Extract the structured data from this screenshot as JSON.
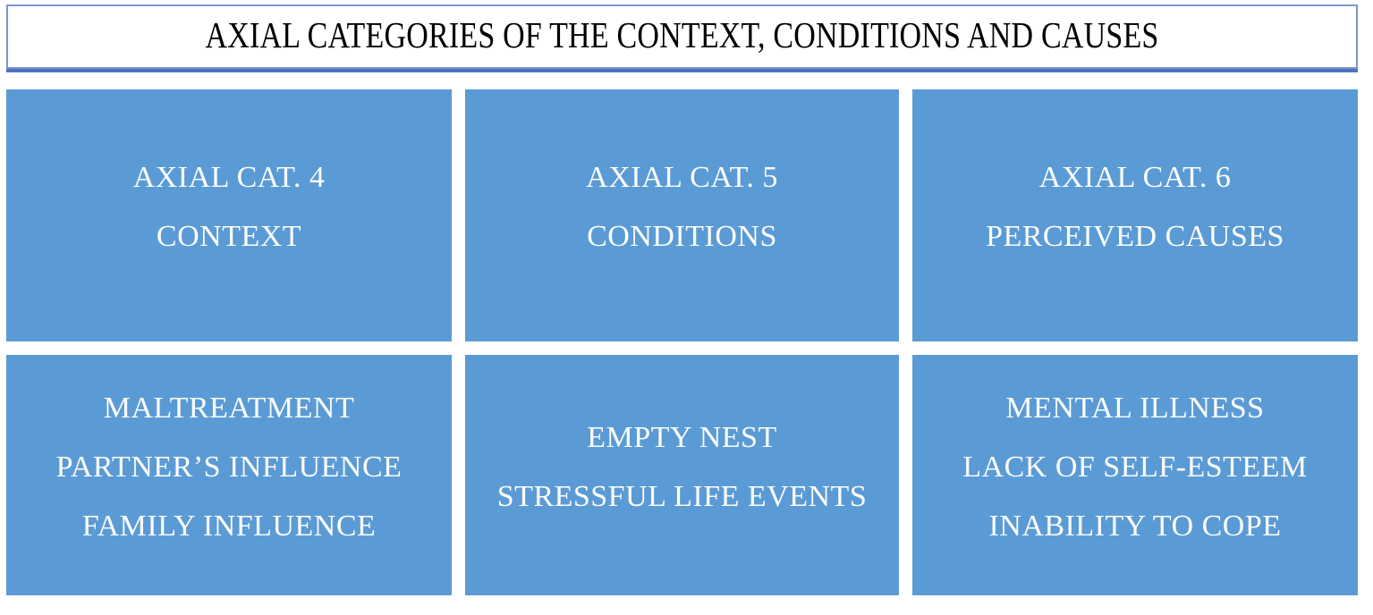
{
  "figure": {
    "title": "AXIAL CATEGORIES OF THE CONTEXT, CONDITIONS AND CAUSES"
  },
  "colors": {
    "background": "#FFFFFF",
    "box_fill": "#5B9BD5",
    "box_text": "#FDFDFD",
    "title_text": "#000000",
    "title_border_thin": "#7B96CF",
    "title_border_thick": "#4A72C0"
  },
  "boxes": [
    {
      "id": "axial-cat-4",
      "lines": [
        "AXIAL CAT. 4",
        "CONTEXT"
      ]
    },
    {
      "id": "axial-cat-5",
      "lines": [
        "AXIAL CAT. 5",
        "CONDITIONS"
      ]
    },
    {
      "id": "axial-cat-6",
      "lines": [
        "AXIAL CAT. 6",
        "PERCEIVED CAUSES"
      ]
    },
    {
      "id": "context-codes",
      "lines": [
        "MALTREATMENT",
        "PARTNER’S INFLUENCE",
        "FAMILY INFLUENCE"
      ]
    },
    {
      "id": "conditions-codes",
      "lines": [
        "EMPTY NEST",
        "STRESSFUL LIFE EVENTS"
      ]
    },
    {
      "id": "causes-codes",
      "lines": [
        "MENTAL ILLNESS",
        "LACK OF SELF-ESTEEM",
        "INABILITY TO COPE"
      ]
    }
  ]
}
